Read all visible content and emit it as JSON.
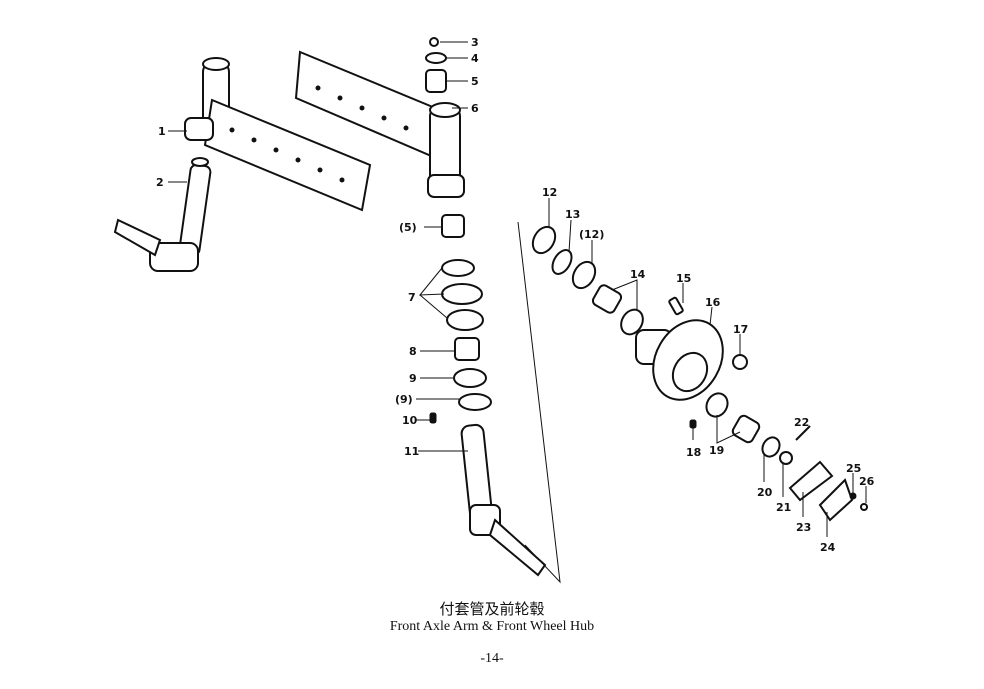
{
  "caption": {
    "title_cn": "付套管及前轮毂",
    "title_en": "Front Axle Arm & Front Wheel Hub",
    "page_number": "-14-"
  },
  "callouts": [
    "1",
    "2",
    "3",
    "4",
    "5",
    "6",
    "(5)",
    "7",
    "8",
    "9",
    "(9)",
    "10",
    "11",
    "12",
    "13",
    "(12)",
    "14",
    "15",
    "16",
    "17",
    "18",
    "19",
    "20",
    "21",
    "22",
    "23",
    "24",
    "25",
    "26"
  ]
}
